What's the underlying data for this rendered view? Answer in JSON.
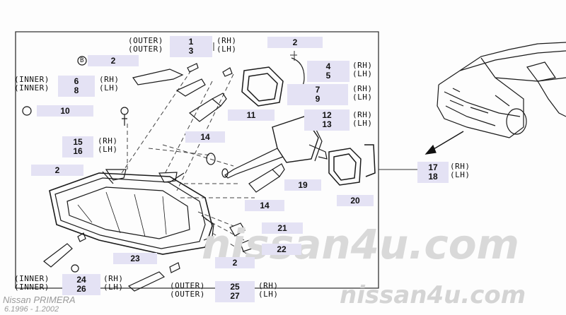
{
  "watermark": {
    "center": "nissan4u.com",
    "corner": "nissan4u.com",
    "model": "Nissan PRIMERA",
    "period": "6.1996 - 1.2002"
  },
  "callouts": {
    "p1": "1",
    "p3": "3",
    "p2a": "2",
    "p2b": "2",
    "p6": "6",
    "p8": "8",
    "p10": "10",
    "p4": "4",
    "p5": "5",
    "p7": "7",
    "p9": "9",
    "p11": "11",
    "p12": "12",
    "p13": "13",
    "p14a": "14",
    "p14b": "14",
    "p15": "15",
    "p16": "16",
    "p2c": "2",
    "p19": "19",
    "p17": "17",
    "p18": "18",
    "p20": "20",
    "p21": "21",
    "p22": "22",
    "p23": "23",
    "p2d": "2",
    "p24": "24",
    "p26": "26",
    "p25": "25",
    "p27": "27"
  },
  "labels": {
    "outer_top": "(OUTER)\n(OUTER)",
    "rh_lh_13": "(RH)\n(LH)",
    "rh_lh_45": "(RH)\n(LH)",
    "rh_lh_79": "(RH)\n(LH)",
    "rh_lh_1213": "(RH)\n(LH)",
    "inner_mid": "(INNER)\n(INNER)",
    "rh_lh_68": "(RH)\n(LH)",
    "rh_lh_1516": "(RH)\n(LH)",
    "rh_lh_1718": "(RH)\n(LH)",
    "inner_bot": "(INNER)\n(INNER)",
    "rh_lh_2426": "(RH)\n(LH)",
    "outer_bot": "(OUTER)\n(OUTER)",
    "rh_lh_2527": "(RH)\n(LH)",
    "b_symbol": "B"
  }
}
